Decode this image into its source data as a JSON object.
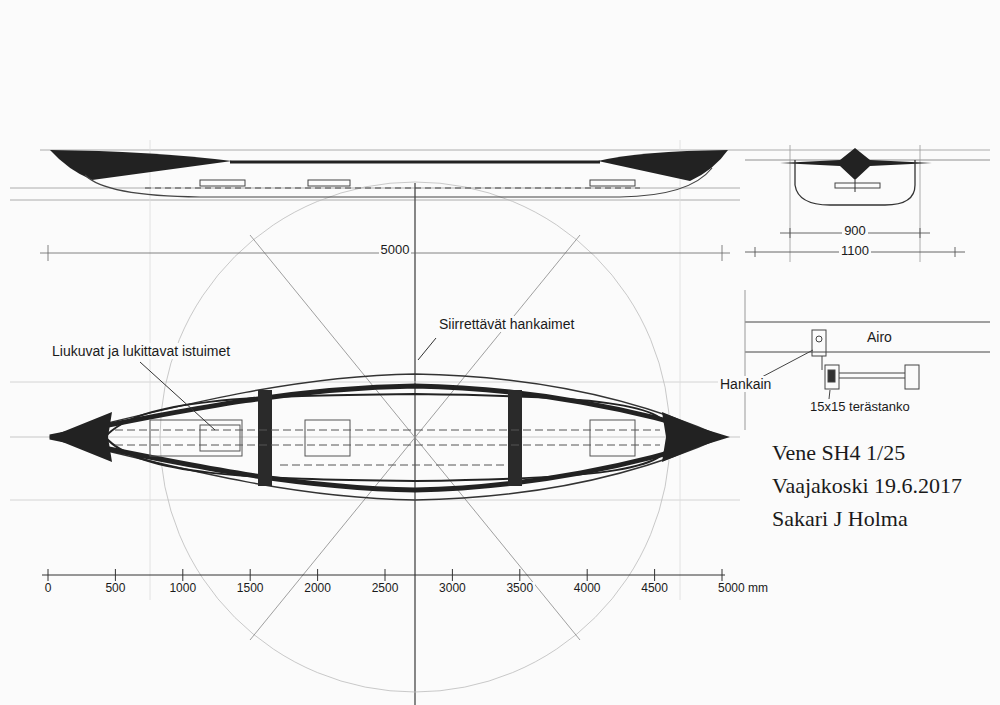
{
  "diagram": {
    "labels": [
      "5000",
      "900",
      "1100",
      "Siirrettävät hankaimet",
      "Liukuvat ja lukittavat istuimet",
      "Airo",
      "Hankain",
      "15x15 terästanko",
      "Vene SH4 1/25",
      "Vaajakoski 19.6.2017",
      "Sakari J Holma",
      "0",
      "500",
      "1000",
      "1500",
      "2000",
      "2500",
      "3000",
      "3500",
      "4000",
      "4500",
      "5000 mm"
    ]
  }
}
